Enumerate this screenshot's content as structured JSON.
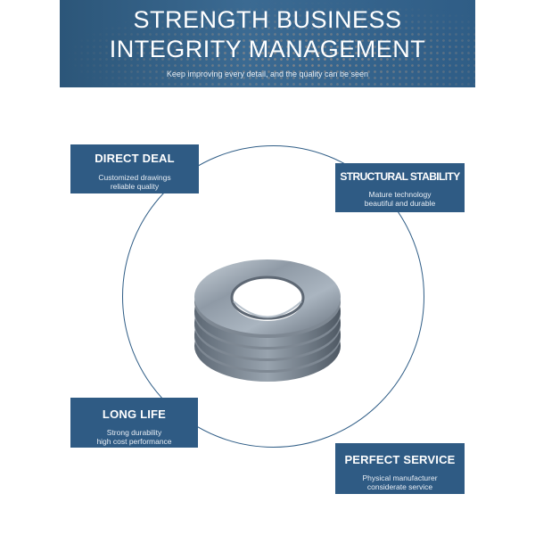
{
  "banner": {
    "line1": "STRENGTH BUSINESS",
    "line2": "INTEGRITY MANAGEMENT",
    "subtitle": "Keep improving every detail, and the quality can be seen",
    "colors": {
      "base": "#2f5d86",
      "dots": "#dcaa82"
    }
  },
  "cards": {
    "direct_deal": {
      "title": "DIRECT DEAL",
      "line1": "Customized drawings",
      "line2": "reliable quality"
    },
    "structural_stability": {
      "title": "STRUCTURAL STABILITY",
      "line1": "Mature technology",
      "line2": "beautiful and durable"
    },
    "long_life": {
      "title": "LONG LIFE",
      "line1": "Strong durability",
      "line2": "high cost performance"
    },
    "perfect_service": {
      "title": "PERFECT SERVICE",
      "line1": "Physical manufacturer",
      "line2": "considerate service"
    }
  },
  "colors": {
    "card_bg": "#2f5b84",
    "circle": "#2f5d86"
  },
  "product_image": "stacked-flat-washers"
}
